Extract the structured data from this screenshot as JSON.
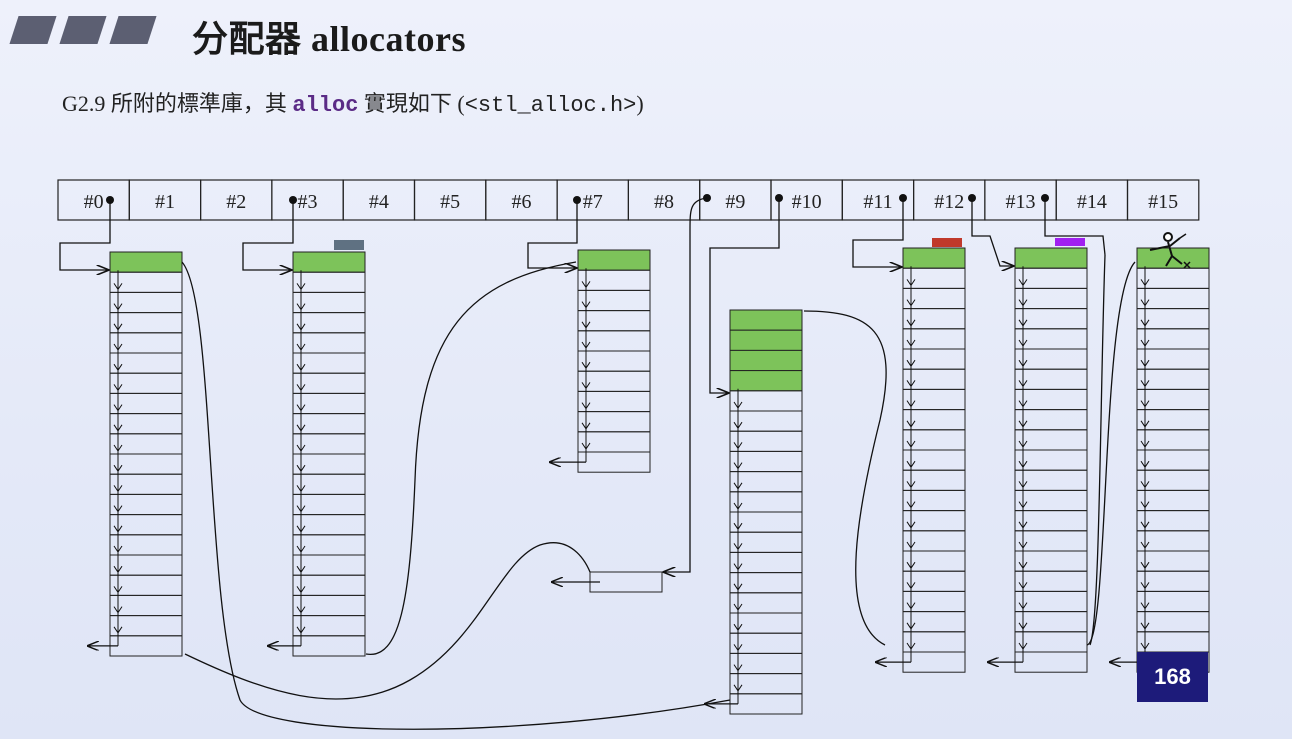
{
  "title": "分配器 allocators",
  "subtitle": {
    "prefix": "G2.9 所附的標準庫，其 ",
    "keyword": "alloc",
    "middle": " 實現如下 (",
    "header": "<stl_alloc.h>",
    "suffix": ")"
  },
  "free_list_slots": [
    "#0",
    "#1",
    "#2",
    "#3",
    "#4",
    "#5",
    "#6",
    "#7",
    "#8",
    "#9",
    "#10",
    "#11",
    "#12",
    "#13",
    "#14",
    "#15"
  ],
  "page_number": "168",
  "colors": {
    "used_chunk": "#7dc35a",
    "slot_pointer": "#111111",
    "marker_gray": "#5f7182",
    "marker_red": "#c0392b",
    "marker_purple": "#a020f0",
    "page_badge": "#1d1b7a"
  },
  "icons": [
    "person-with-flag-icon"
  ]
}
